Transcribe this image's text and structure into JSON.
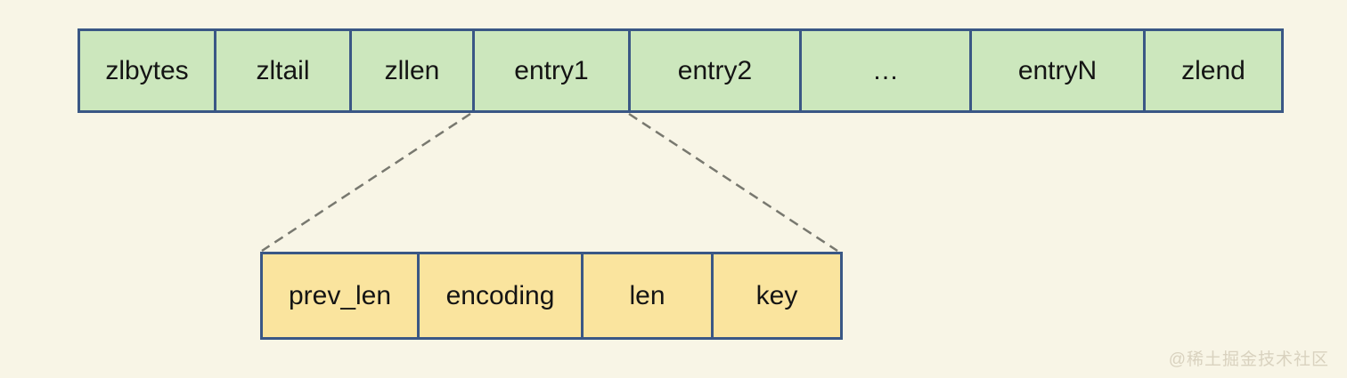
{
  "colors": {
    "page_bg": "#f8f5e6",
    "top_cell_fill": "#cce7bd",
    "entry_cell_fill": "#fae49e",
    "cell_border": "#3a5785",
    "connector": "#78786f",
    "text": "#141414",
    "watermark": "#d9d2bf"
  },
  "ziplist_row": {
    "cells": [
      {
        "label": "zlbytes"
      },
      {
        "label": "zltail"
      },
      {
        "label": "zllen"
      },
      {
        "label": "entry1"
      },
      {
        "label": "entry2"
      },
      {
        "label": "…"
      },
      {
        "label": "entryN"
      },
      {
        "label": "zlend"
      }
    ]
  },
  "entry_detail_row": {
    "cells": [
      {
        "label": "prev_len"
      },
      {
        "label": "encoding"
      },
      {
        "label": "len"
      },
      {
        "label": "key"
      }
    ]
  },
  "watermark": {
    "text": "@稀土掘金技术社区"
  }
}
